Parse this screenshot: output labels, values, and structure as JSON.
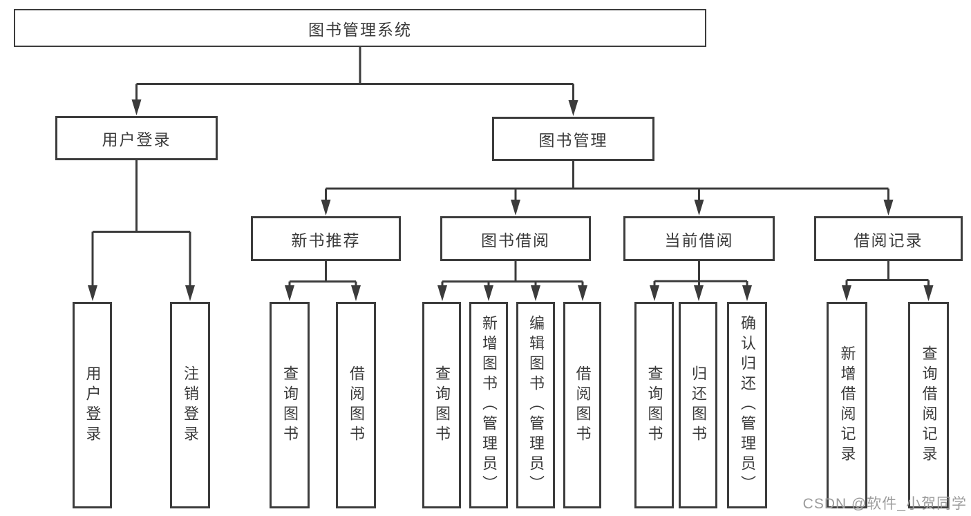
{
  "colors": {
    "background": "#ffffff",
    "box_border": "#3c3c3c",
    "line": "#3b3b3b",
    "text": "#3a3a3a",
    "watermark": "#9b9b9b"
  },
  "watermark": {
    "text": "CSDN @软件_小贺同学"
  },
  "tree": {
    "root": {
      "label": "图书管理系统",
      "children": [
        {
          "label": "用户登录",
          "children": [
            {
              "label": "用户登录"
            },
            {
              "label": "注销登录"
            }
          ]
        },
        {
          "label": "图书管理",
          "children": [
            {
              "label": "新书推荐",
              "children": [
                {
                  "label": "查询图书"
                },
                {
                  "label": "借阅图书"
                }
              ]
            },
            {
              "label": "图书借阅",
              "children": [
                {
                  "label": "查询图书"
                },
                {
                  "label": "新增图书（管理员）"
                },
                {
                  "label": "编辑图书（管理员）"
                },
                {
                  "label": "借阅图书"
                }
              ]
            },
            {
              "label": "当前借阅",
              "children": [
                {
                  "label": "查询图书"
                },
                {
                  "label": "归还图书"
                },
                {
                  "label": "确认归还（管理员）"
                }
              ]
            },
            {
              "label": "借阅记录",
              "children": [
                {
                  "label": "新增借阅记录"
                },
                {
                  "label": "查询借阅记录"
                }
              ]
            }
          ]
        }
      ]
    }
  }
}
